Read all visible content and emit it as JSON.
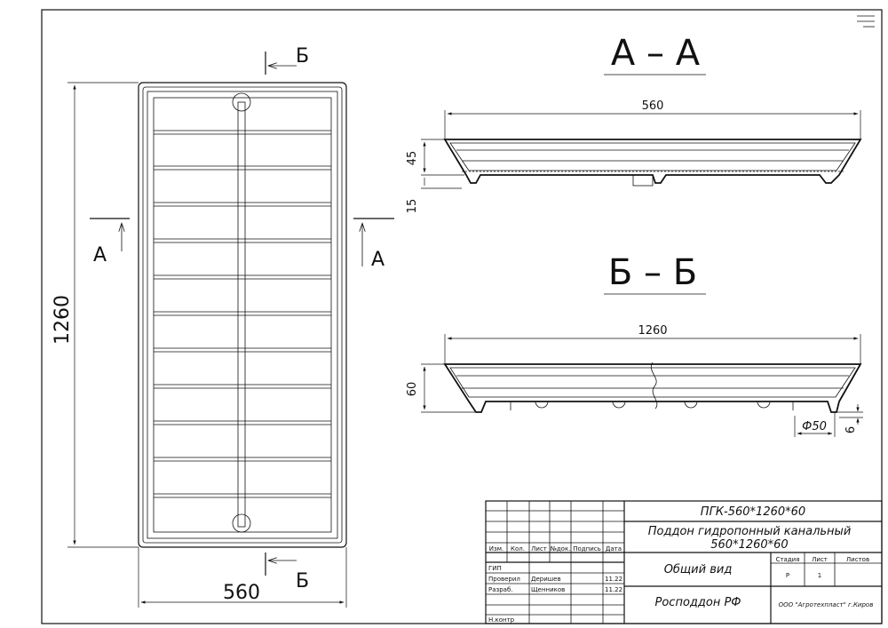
{
  "sections": {
    "aa_title": "А – А",
    "bb_title": "Б – Б"
  },
  "markers": {
    "a": "А",
    "b": "Б"
  },
  "dimensions": {
    "plan_length": "1260",
    "plan_width": "560",
    "aa_width": "560",
    "aa_depth": "45",
    "aa_foot": "15",
    "bb_length": "1260",
    "bb_depth": "60",
    "bb_hole": "Ф50",
    "bb_foot": "6"
  },
  "title_block": {
    "code": "ПГК-560*1260*60",
    "name_line1": "Поддон гидропонный канальный",
    "name_line2": "560*1260*60",
    "view": "Общий вид",
    "company": "Росподдон РФ",
    "org": "ООО \"Агротехпласт\" г.Киров",
    "headers": {
      "izm": "Изм.",
      "kol": "Кол.",
      "list": "Лист",
      "ndok": "№док.",
      "podpis": "Подпись",
      "data": "Дата"
    },
    "stage_headers": {
      "stadia": "Стадия",
      "list": "Лист",
      "listov": "Листов"
    },
    "stage_values": {
      "stadia": "Р",
      "list": "1",
      "listov": ""
    },
    "roles": {
      "gip": "ГИП",
      "proveril": "Проверил",
      "razrab": "Разраб.",
      "nkontr": "Н.контр"
    },
    "people": {
      "proveril_name": "Деришев",
      "proveril_date": "11.22",
      "razrab_name": "Щенников",
      "razrab_date": "11.22"
    }
  }
}
